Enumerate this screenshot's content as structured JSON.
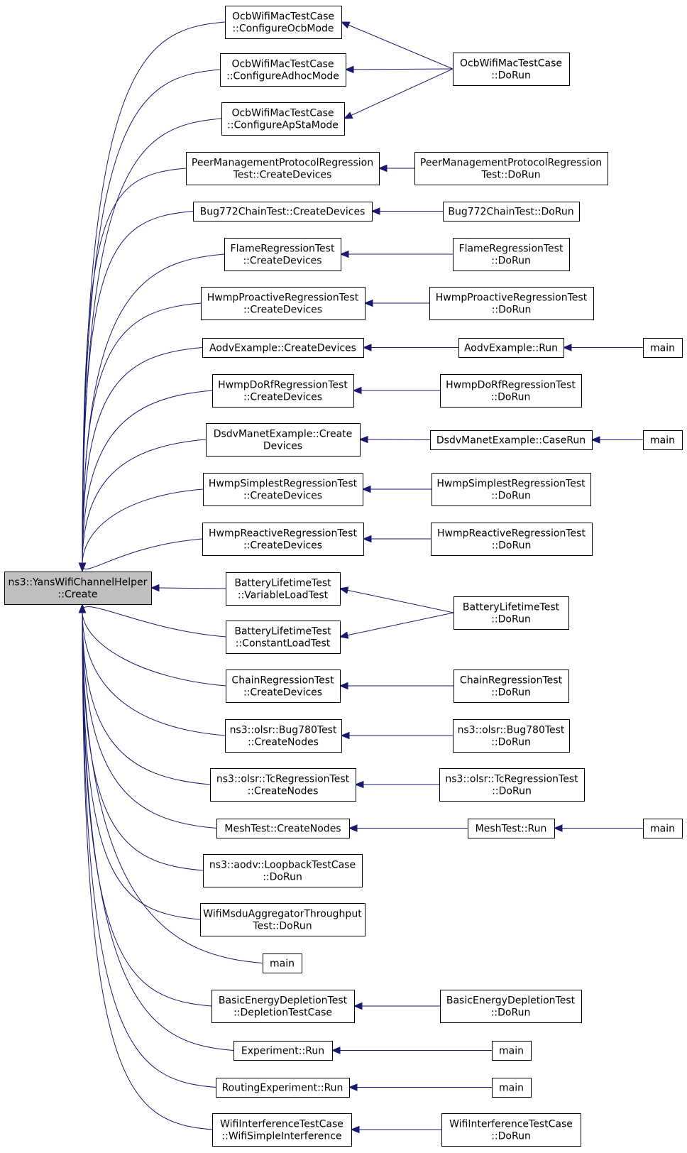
{
  "graph": {
    "nodes": [
      {
        "id": "root",
        "lines": [
          "ns3::YansWifiChannelHelper",
          "::Create"
        ]
      },
      {
        "id": "n1",
        "lines": [
          "OcbWifiMacTestCase",
          "::ConfigureOcbMode"
        ]
      },
      {
        "id": "n2",
        "lines": [
          "OcbWifiMacTestCase",
          "::ConfigureAdhocMode"
        ]
      },
      {
        "id": "n3",
        "lines": [
          "OcbWifiMacTestCase",
          "::ConfigureApStaMode"
        ]
      },
      {
        "id": "n4",
        "lines": [
          "PeerManagementProtocolRegression",
          "Test::CreateDevices"
        ]
      },
      {
        "id": "n5",
        "lines": [
          "Bug772ChainTest::CreateDevices"
        ]
      },
      {
        "id": "n6",
        "lines": [
          "FlameRegressionTest",
          "::CreateDevices"
        ]
      },
      {
        "id": "n7",
        "lines": [
          "HwmpProactiveRegressionTest",
          "::CreateDevices"
        ]
      },
      {
        "id": "n8",
        "lines": [
          "AodvExample::CreateDevices"
        ]
      },
      {
        "id": "n9",
        "lines": [
          "HwmpDoRfRegressionTest",
          "::CreateDevices"
        ]
      },
      {
        "id": "n10",
        "lines": [
          "DsdvManetExample::Create",
          "Devices"
        ]
      },
      {
        "id": "n11",
        "lines": [
          "HwmpSimplestRegressionTest",
          "::CreateDevices"
        ]
      },
      {
        "id": "n12",
        "lines": [
          "HwmpReactiveRegressionTest",
          "::CreateDevices"
        ]
      },
      {
        "id": "n13",
        "lines": [
          "BatteryLifetimeTest",
          "::VariableLoadTest"
        ]
      },
      {
        "id": "n14",
        "lines": [
          "BatteryLifetimeTest",
          "::ConstantLoadTest"
        ]
      },
      {
        "id": "n15",
        "lines": [
          "ChainRegressionTest",
          "::CreateDevices"
        ]
      },
      {
        "id": "n16",
        "lines": [
          "ns3::olsr::Bug780Test",
          "::CreateNodes"
        ]
      },
      {
        "id": "n17",
        "lines": [
          "ns3::olsr::TcRegressionTest",
          "::CreateNodes"
        ]
      },
      {
        "id": "n18",
        "lines": [
          "MeshTest::CreateNodes"
        ]
      },
      {
        "id": "n19",
        "lines": [
          "ns3::aodv::LoopbackTestCase",
          "::DoRun"
        ]
      },
      {
        "id": "n20",
        "lines": [
          "WifiMsduAggregatorThroughput",
          "Test::DoRun"
        ]
      },
      {
        "id": "n21",
        "lines": [
          "main"
        ]
      },
      {
        "id": "n22",
        "lines": [
          "BasicEnergyDepletionTest",
          "::DepletionTestCase"
        ]
      },
      {
        "id": "n23",
        "lines": [
          "Experiment::Run"
        ]
      },
      {
        "id": "n24",
        "lines": [
          "RoutingExperiment::Run"
        ]
      },
      {
        "id": "n25",
        "lines": [
          "WifiInterferenceTestCase",
          "::WifiSimpleInterference"
        ]
      },
      {
        "id": "c1",
        "lines": [
          "OcbWifiMacTestCase",
          "::DoRun"
        ]
      },
      {
        "id": "c2",
        "lines": [
          "PeerManagementProtocolRegression",
          "Test::DoRun"
        ]
      },
      {
        "id": "c3",
        "lines": [
          "Bug772ChainTest::DoRun"
        ]
      },
      {
        "id": "c4",
        "lines": [
          "FlameRegressionTest",
          "::DoRun"
        ]
      },
      {
        "id": "c5",
        "lines": [
          "HwmpProactiveRegressionTest",
          "::DoRun"
        ]
      },
      {
        "id": "c6",
        "lines": [
          "AodvExample::Run"
        ]
      },
      {
        "id": "c7",
        "lines": [
          "HwmpDoRfRegressionTest",
          "::DoRun"
        ]
      },
      {
        "id": "c8",
        "lines": [
          "DsdvManetExample::CaseRun"
        ]
      },
      {
        "id": "c9",
        "lines": [
          "HwmpSimplestRegressionTest",
          "::DoRun"
        ]
      },
      {
        "id": "c10",
        "lines": [
          "HwmpReactiveRegressionTest",
          "::DoRun"
        ]
      },
      {
        "id": "c11",
        "lines": [
          "BatteryLifetimeTest",
          "::DoRun"
        ]
      },
      {
        "id": "c12",
        "lines": [
          "ChainRegressionTest",
          "::DoRun"
        ]
      },
      {
        "id": "c13",
        "lines": [
          "ns3::olsr::Bug780Test",
          "::DoRun"
        ]
      },
      {
        "id": "c14",
        "lines": [
          "ns3::olsr::TcRegressionTest",
          "::DoRun"
        ]
      },
      {
        "id": "c15",
        "lines": [
          "MeshTest::Run"
        ]
      },
      {
        "id": "c16",
        "lines": [
          "BasicEnergyDepletionTest",
          "::DoRun"
        ]
      },
      {
        "id": "c17",
        "lines": [
          "main"
        ]
      },
      {
        "id": "c18",
        "lines": [
          "main"
        ]
      },
      {
        "id": "c19",
        "lines": [
          "WifiInterferenceTestCase",
          "::DoRun"
        ]
      },
      {
        "id": "m1",
        "lines": [
          "main"
        ]
      },
      {
        "id": "m2",
        "lines": [
          "main"
        ]
      },
      {
        "id": "m3",
        "lines": [
          "main"
        ]
      }
    ],
    "edges": [
      [
        "n1",
        "root"
      ],
      [
        "n2",
        "root"
      ],
      [
        "n3",
        "root"
      ],
      [
        "n4",
        "root"
      ],
      [
        "n5",
        "root"
      ],
      [
        "n6",
        "root"
      ],
      [
        "n7",
        "root"
      ],
      [
        "n8",
        "root"
      ],
      [
        "n9",
        "root"
      ],
      [
        "n10",
        "root"
      ],
      [
        "n11",
        "root"
      ],
      [
        "n12",
        "root"
      ],
      [
        "n13",
        "root"
      ],
      [
        "n14",
        "root"
      ],
      [
        "n15",
        "root"
      ],
      [
        "n16",
        "root"
      ],
      [
        "n17",
        "root"
      ],
      [
        "n18",
        "root"
      ],
      [
        "n19",
        "root"
      ],
      [
        "n20",
        "root"
      ],
      [
        "n21",
        "root"
      ],
      [
        "n22",
        "root"
      ],
      [
        "n23",
        "root"
      ],
      [
        "n24",
        "root"
      ],
      [
        "n25",
        "root"
      ],
      [
        "c1",
        "n1"
      ],
      [
        "c1",
        "n2"
      ],
      [
        "c1",
        "n3"
      ],
      [
        "c2",
        "n4"
      ],
      [
        "c3",
        "n5"
      ],
      [
        "c4",
        "n6"
      ],
      [
        "c5",
        "n7"
      ],
      [
        "c6",
        "n8"
      ],
      [
        "c7",
        "n9"
      ],
      [
        "c8",
        "n10"
      ],
      [
        "c9",
        "n11"
      ],
      [
        "c10",
        "n12"
      ],
      [
        "c11",
        "n13"
      ],
      [
        "c11",
        "n14"
      ],
      [
        "c12",
        "n15"
      ],
      [
        "c13",
        "n16"
      ],
      [
        "c14",
        "n17"
      ],
      [
        "c15",
        "n18"
      ],
      [
        "c16",
        "n22"
      ],
      [
        "c17",
        "n23"
      ],
      [
        "c18",
        "n24"
      ],
      [
        "c19",
        "n25"
      ],
      [
        "m1",
        "c6"
      ],
      [
        "m2",
        "c8"
      ],
      [
        "m3",
        "c15"
      ]
    ]
  },
  "colors": {
    "edge": "#191970",
    "root_fill": "#bfbfbf",
    "node_fill": "#ffffff"
  }
}
